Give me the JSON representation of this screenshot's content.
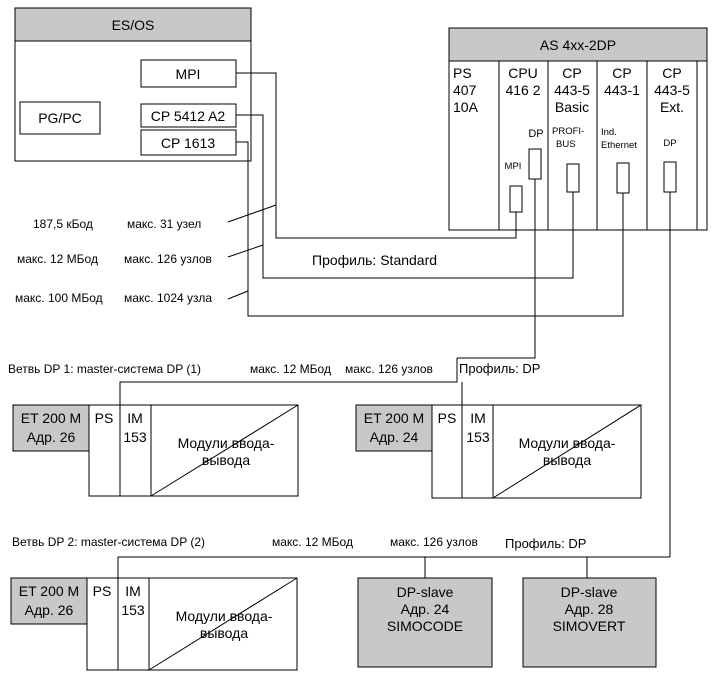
{
  "es_os": {
    "title": "ES/OS",
    "mpi": "MPI",
    "pgpc": "PG/PC",
    "cp5412": "CP 5412 A2",
    "cp1613": "CP 1613"
  },
  "as": {
    "title": "AS 4xx-2DP",
    "ps": [
      "PS",
      "407",
      "10A"
    ],
    "cpu": [
      "CPU",
      "416 2"
    ],
    "cpu_dp": "DP",
    "cpu_mpi": "MPI",
    "cp_basic": [
      "CP",
      "443-5",
      "Basic"
    ],
    "cp_basic_sub": [
      "PROFI-",
      "BUS"
    ],
    "cp_eth": [
      "CP",
      "443-1"
    ],
    "cp_eth_sub": [
      "Ind.",
      "Ethernet"
    ],
    "cp_ext": [
      "CP",
      "443-5",
      "Ext."
    ],
    "cp_ext_sub": "DP"
  },
  "bus": {
    "speed1": "187,5 кБод",
    "nodes1": "макс. 31 узел",
    "speed2": "макс. 12 МБод",
    "nodes2": "макс. 126 узлов",
    "speed3": "макс. 100 МБод",
    "nodes3": "макс. 1024 узла",
    "profile": "Профиль: Standard"
  },
  "branch1": {
    "label": "Ветвь DP 1: master-система DP (1)",
    "speed": "макс. 12 МБод",
    "nodes": "макс. 126 узлов",
    "profile": "Профиль: DP"
  },
  "branch2": {
    "label": "Ветвь DP 2: master-система DP (2)",
    "speed": "макс. 12 МБод",
    "nodes": "макс. 126 узлов",
    "profile": "Профиль: DP"
  },
  "et200_a": {
    "name": "ET 200 M",
    "addr": "Адр. 26",
    "ps": "PS",
    "im": [
      "IM",
      "153"
    ],
    "modules": [
      "Модули ввода-",
      "вывода"
    ]
  },
  "et200_b": {
    "name": "ET 200 M",
    "addr": "Адр. 24",
    "ps": "PS",
    "im": [
      "IM",
      "153"
    ],
    "modules": [
      "Модули ввода-",
      "вывода"
    ]
  },
  "et200_c": {
    "name": "ET 200 M",
    "addr": "Адр. 26",
    "ps": "PS",
    "im": [
      "IM",
      "153"
    ],
    "modules": [
      "Модули ввода-",
      "вывода"
    ]
  },
  "slave1": [
    "DP-slave",
    "Адр. 24",
    "SIMOCODE"
  ],
  "slave2": [
    "DP-slave",
    "Адр. 28",
    "SIMOVERT"
  ]
}
